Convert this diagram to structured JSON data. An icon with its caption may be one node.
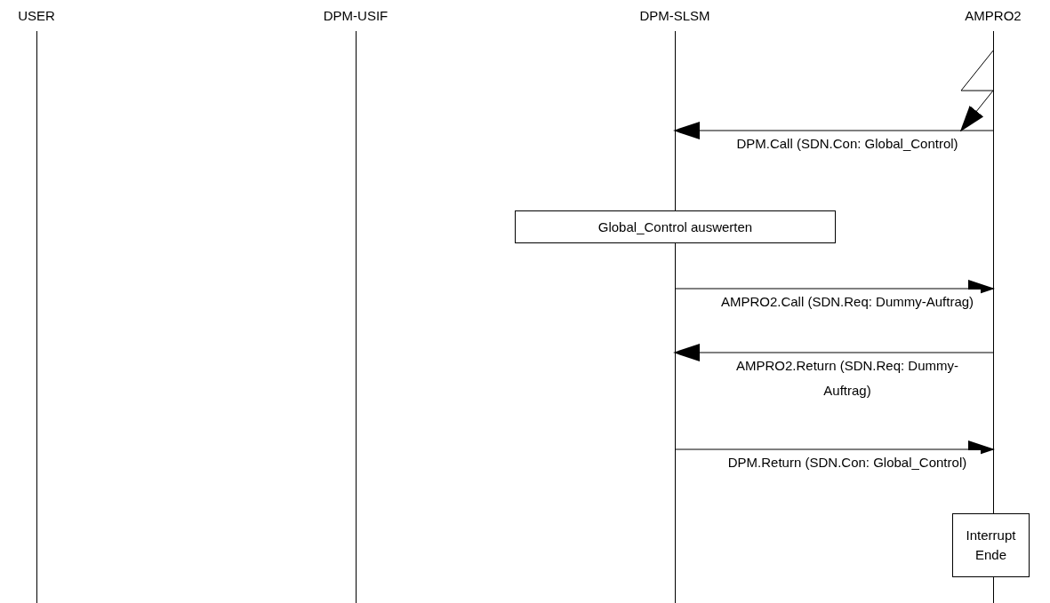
{
  "diagram": {
    "nodes": [
      {
        "text": [
          "USER"
        ]
      },
      {
        "text": [
          "DPM-USIF"
        ]
      },
      {
        "text": [
          "DPM-SLSM"
        ]
      },
      {
        "text": [
          "AMPRO2"
        ]
      },
      {
        "text": [
          "Global_Control auswerten"
        ]
      },
      {
        "text": [
          "Interrupt Ende"
        ]
      }
    ],
    "edges": [
      {
        "from": null,
        "to": 3,
        "arrow": "to"
      },
      {
        "from": 3,
        "to": 2,
        "arrow": "to",
        "label": "DPM.Call (SDN.Con: Global_Control)"
      },
      {
        "from": 2,
        "to": 3,
        "arrow": "to",
        "label": "AMPRO2.Call (SDN.Req: Dummy-Auftrag)"
      },
      {
        "from": 3,
        "to": 2,
        "arrow": "to",
        "label": "AMPRO2.Return (SDN.Req: Dummy-Auftrag)"
      },
      {
        "from": 2,
        "to": 3,
        "arrow": "to",
        "label": "DPM.Return (SDN.Con: Global_Control)"
      }
    ]
  }
}
